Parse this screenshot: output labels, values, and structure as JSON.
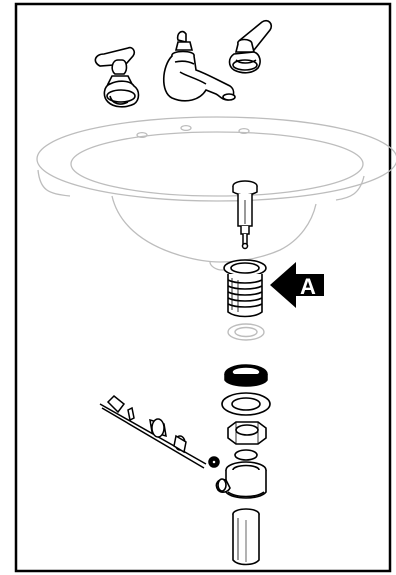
{
  "diagram": {
    "callout": {
      "label": "A",
      "arrow_color": "#000000",
      "text_color": "#ffffff"
    },
    "colors": {
      "line": "#000000",
      "faded_line": "#bdbdbd",
      "background": "#ffffff",
      "border": "#000000"
    },
    "parts": [
      "left-handle",
      "spout",
      "right-handle",
      "sink-basin",
      "drain-stopper",
      "drain-flange",
      "flange-gasket",
      "rubber-gasket",
      "friction-washer",
      "locknut",
      "o-ring",
      "pivot-rod-assembly",
      "drain-body",
      "tailpiece"
    ]
  }
}
